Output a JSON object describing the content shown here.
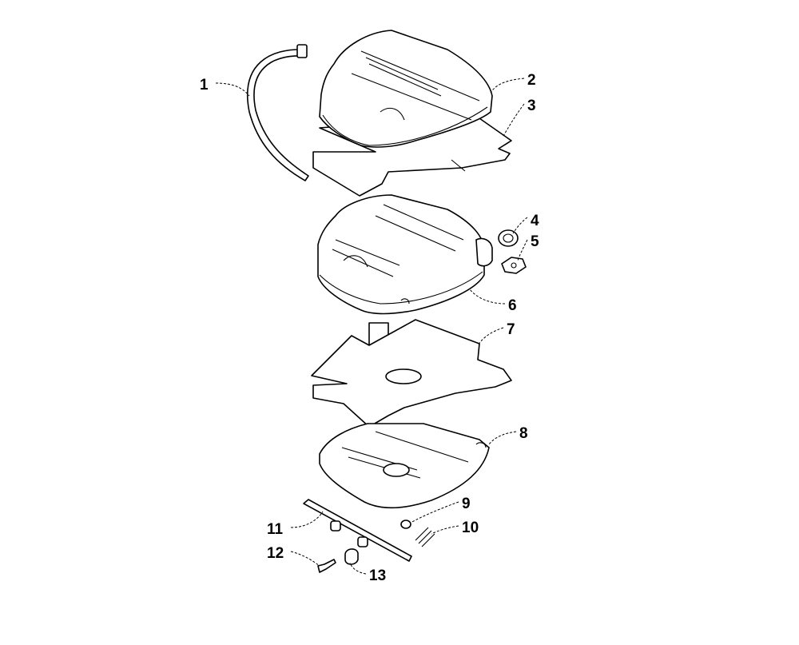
{
  "diagram": {
    "colors": {
      "line": "#000000",
      "background": "#ffffff"
    },
    "callouts": [
      {
        "id": "1",
        "label": "1"
      },
      {
        "id": "2",
        "label": "2"
      },
      {
        "id": "3",
        "label": "3"
      },
      {
        "id": "4",
        "label": "4"
      },
      {
        "id": "5",
        "label": "5"
      },
      {
        "id": "6",
        "label": "6"
      },
      {
        "id": "7",
        "label": "7"
      },
      {
        "id": "8",
        "label": "8"
      },
      {
        "id": "9",
        "label": "9"
      },
      {
        "id": "10",
        "label": "10"
      },
      {
        "id": "11",
        "label": "11"
      },
      {
        "id": "12",
        "label": "12"
      },
      {
        "id": "13",
        "label": "13"
      }
    ]
  }
}
